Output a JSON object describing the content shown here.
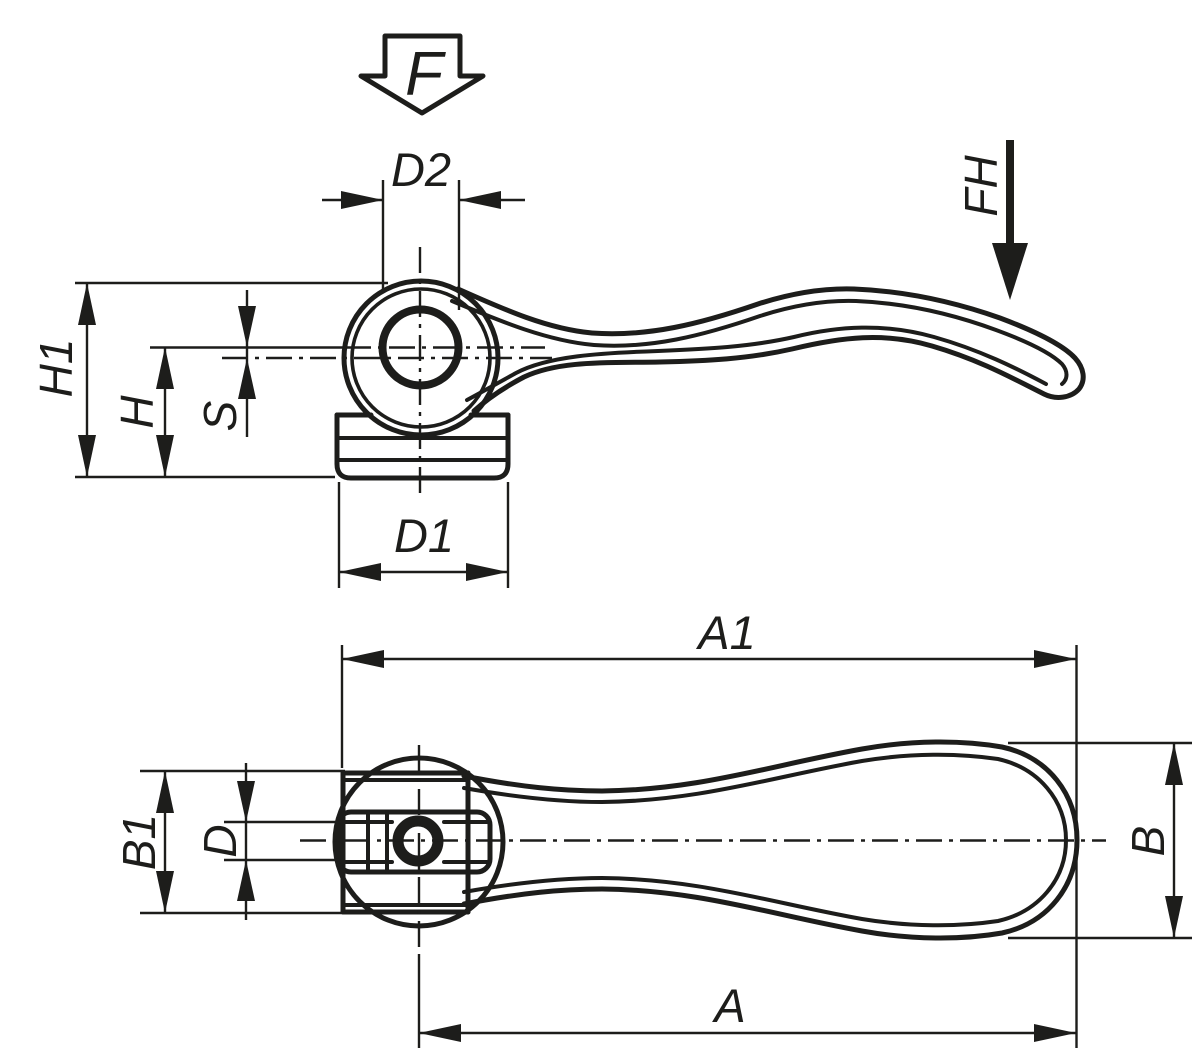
{
  "drawing": {
    "background_color": "#ffffff",
    "line_color": "#1d1d1b",
    "labels": {
      "f": "F",
      "fh": "FH",
      "d2": "D2",
      "h1": "H1",
      "h": "H",
      "s": "S",
      "d1": "D1",
      "a1": "A1",
      "b1": "B1",
      "d": "D",
      "b": "B",
      "a": "A"
    }
  }
}
